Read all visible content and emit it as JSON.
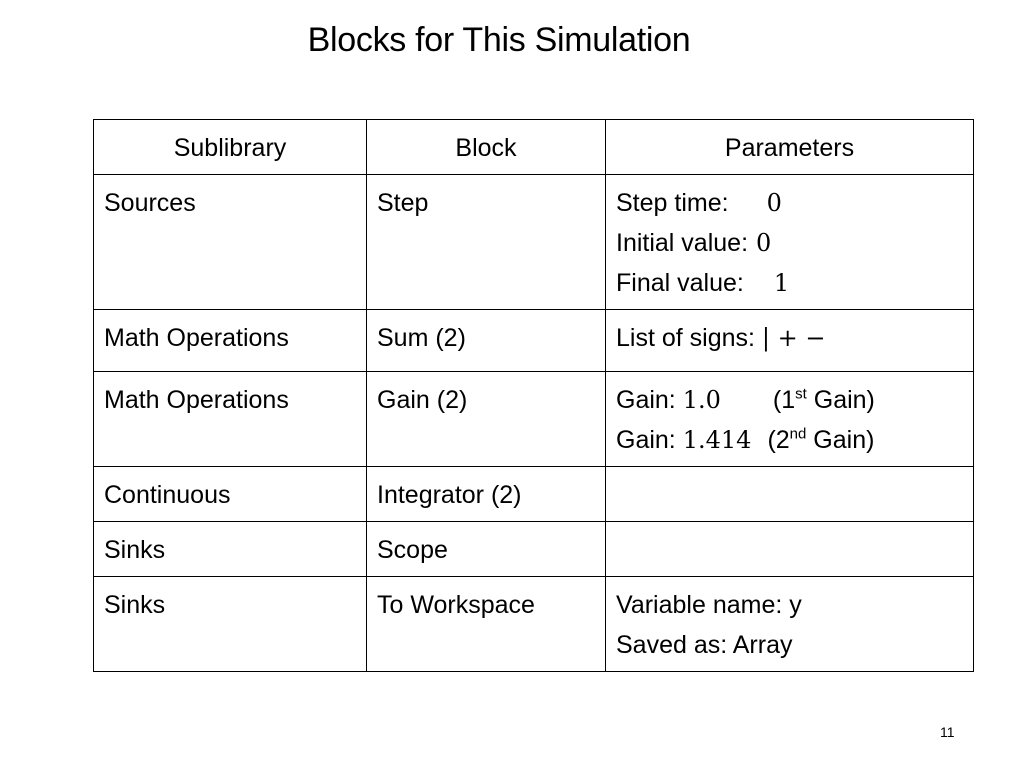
{
  "slide": {
    "title": "Blocks for This Simulation",
    "page_number": "11"
  },
  "table": {
    "headers": [
      "Sublibrary",
      "Block",
      "Parameters"
    ],
    "rows": [
      {
        "sublibrary": "Sources",
        "block": "Step",
        "params": {
          "step_time_label": "Step time:",
          "step_time_value": "0",
          "initial_value_label": "Initial value:",
          "initial_value_value": "0",
          "final_value_label": "Final value:",
          "final_value_value": "1"
        }
      },
      {
        "sublibrary": "Math Operations",
        "block": "Sum (2)",
        "params": {
          "signs_label": "List of signs:",
          "signs_value": "| + −"
        }
      },
      {
        "sublibrary": "Math Operations",
        "block": "Gain (2)",
        "params": {
          "gain1_label": "Gain:",
          "gain1_value": "1.0",
          "gain1_note_open": "(1",
          "gain1_note_sup": "st",
          "gain1_note_rest": " Gain)",
          "gain2_label": "Gain:",
          "gain2_value": "1.414",
          "gain2_note_open": "(2",
          "gain2_note_sup": "nd",
          "gain2_note_rest": " Gain)"
        }
      },
      {
        "sublibrary": "Continuous",
        "block": "Integrator (2)",
        "params": {}
      },
      {
        "sublibrary": "Sinks",
        "block": "Scope",
        "params": {}
      },
      {
        "sublibrary": "Sinks",
        "block": "To Workspace",
        "params": {
          "variable_name": "Variable name: y",
          "saved_as": "Saved as: Array"
        }
      }
    ]
  }
}
